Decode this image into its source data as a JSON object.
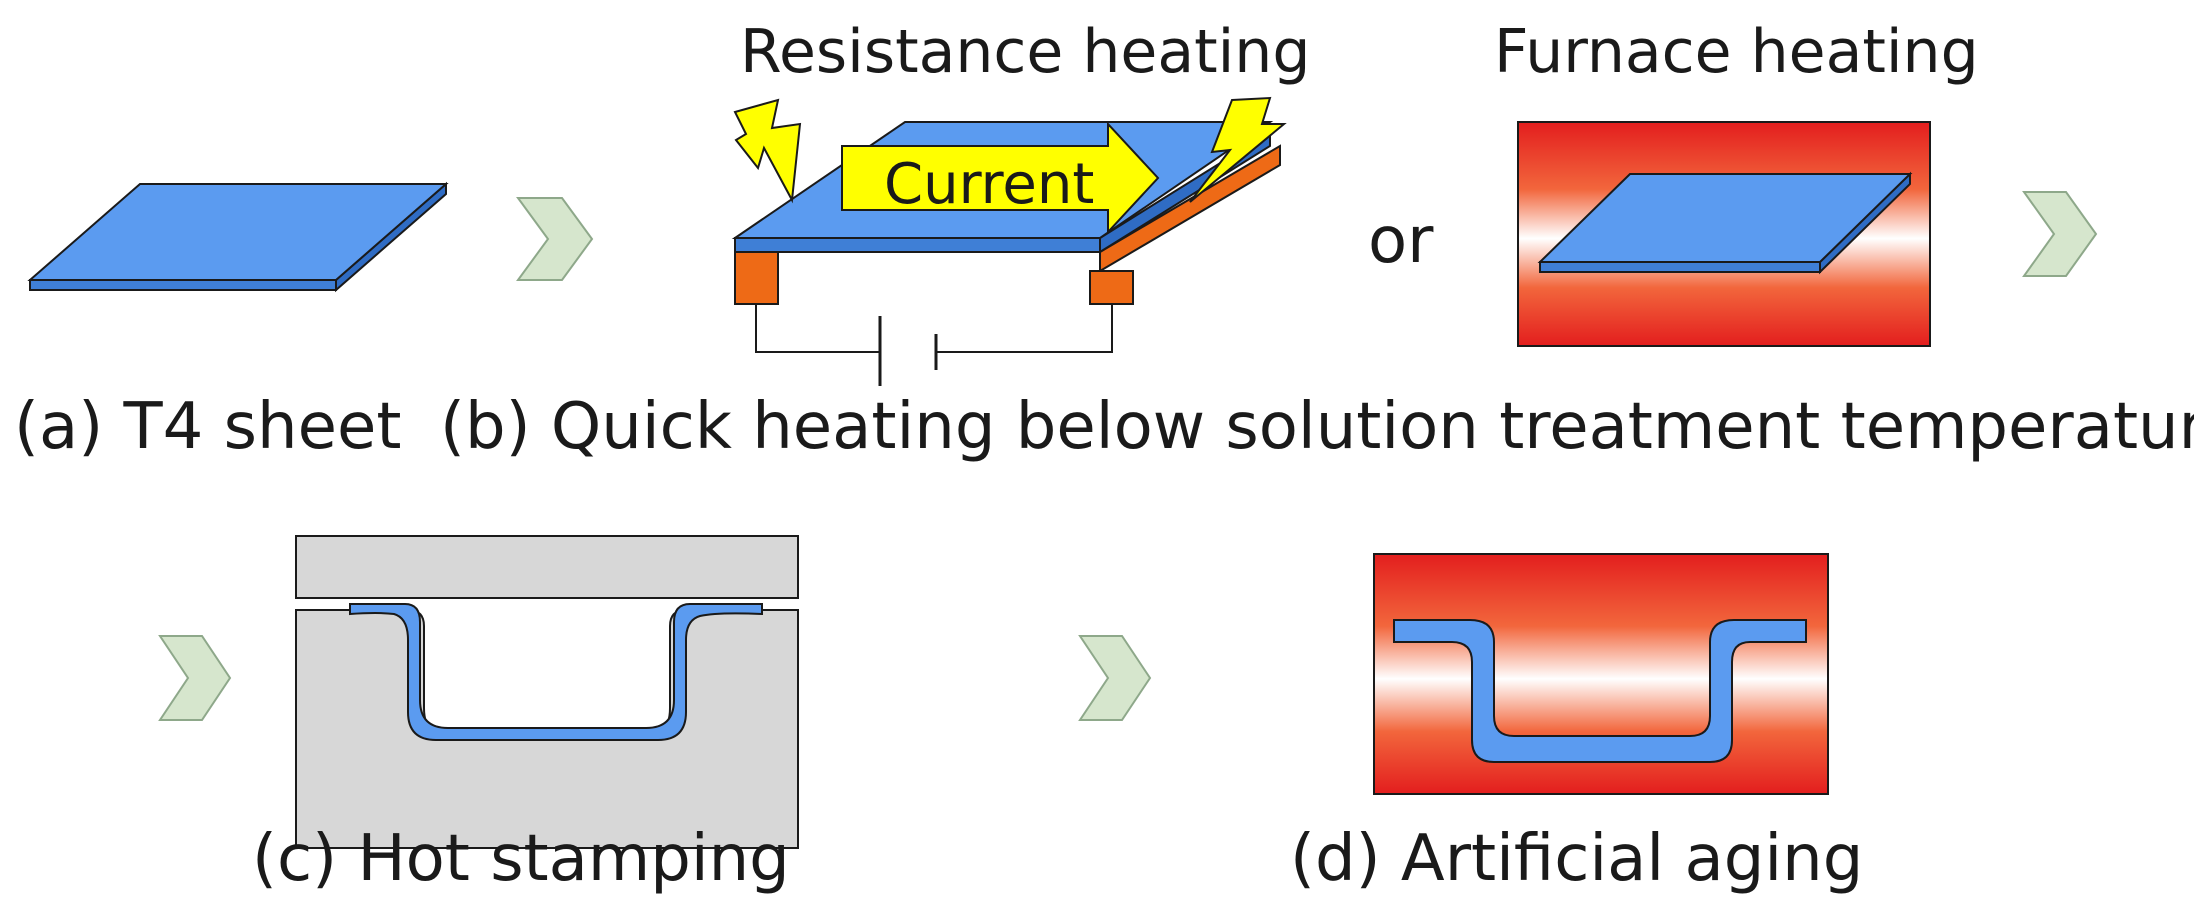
{
  "headings": {
    "resistance": "Resistance heating",
    "furnace": "Furnace heating"
  },
  "current_label": "Current",
  "or_label": "or",
  "captions": {
    "a": "(a) T4 sheet",
    "b": "(b) Quick heating below solution treatment temperature",
    "c": "(c) Hot stamping",
    "d": "(d) Artificial aging"
  },
  "icons": [
    "chevron-right-icon",
    "lightning-bolt-icon",
    "battery-symbol-icon"
  ],
  "colors": {
    "sheet_blue": "#5b9bf0",
    "current_yellow": "#ffff00",
    "electrode_orange": "#ee6a16",
    "furnace_red": "#e8281c",
    "die_gray": "#d7d7d7",
    "chevron_green": "#d6e6cd"
  }
}
